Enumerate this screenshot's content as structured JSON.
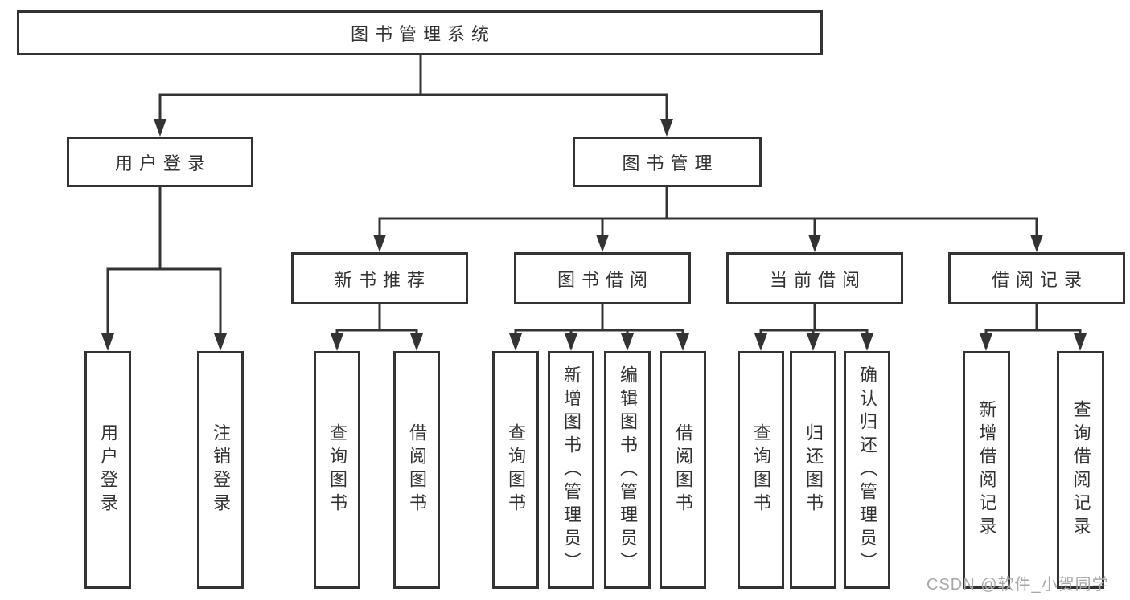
{
  "tree": {
    "label": "图书管理系统",
    "children": [
      {
        "label": "用户登录",
        "children": [
          {
            "label": "用户登录"
          },
          {
            "label": "注销登录"
          }
        ]
      },
      {
        "label": "图书管理",
        "children": [
          {
            "label": "新书推荐",
            "children": [
              {
                "label": "查询图书"
              },
              {
                "label": "借阅图书"
              }
            ]
          },
          {
            "label": "图书借阅",
            "children": [
              {
                "label": "查询图书"
              },
              {
                "label": "新增图书（管理员）"
              },
              {
                "label": "编辑图书（管理员）"
              },
              {
                "label": "借阅图书"
              }
            ]
          },
          {
            "label": "当前借阅",
            "children": [
              {
                "label": "查询图书"
              },
              {
                "label": "归还图书"
              },
              {
                "label": "确认归还（管理员）"
              }
            ]
          },
          {
            "label": "借阅记录",
            "children": [
              {
                "label": "新增借阅记录"
              },
              {
                "label": "查询借阅记录"
              }
            ]
          }
        ]
      }
    ]
  },
  "watermark": {
    "text": "CSDN @软件_小贺同学",
    "color": "#a8a8a8"
  },
  "style": {
    "line_color": "#333333",
    "text_color": "#333333",
    "background": "#ffffff"
  }
}
